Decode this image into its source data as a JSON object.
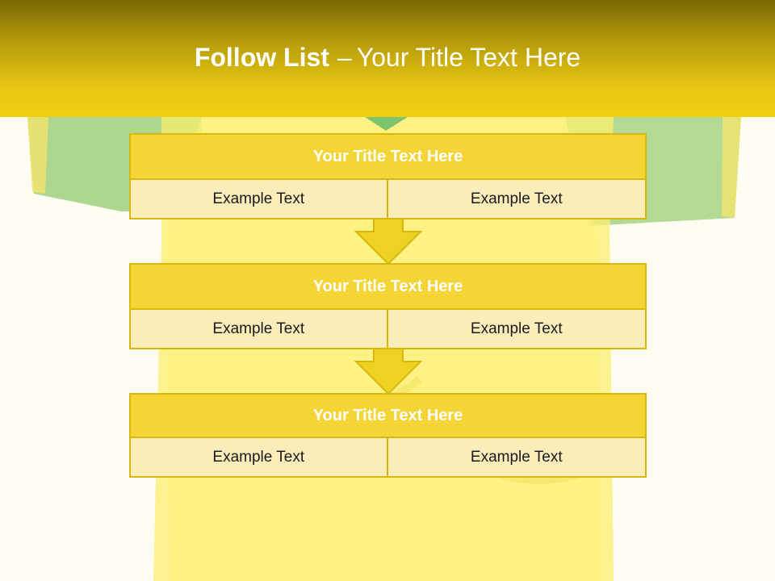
{
  "header": {
    "title_bold": "Follow List",
    "separator": "–",
    "title_rest": "Your Title Text Here"
  },
  "steps": [
    {
      "title": "Your Title Text Here",
      "left": "Example Text",
      "right": "Example Text"
    },
    {
      "title": "Your Title Text Here",
      "left": "Example Text",
      "right": "Example Text"
    },
    {
      "title": "Your Title Text Here",
      "left": "Example Text",
      "right": "Example Text"
    }
  ],
  "colors": {
    "header_dark": "#7a6706",
    "header_light": "#f0ce12",
    "title_bar": "#f5d535",
    "cell": "#faedb9",
    "border": "#d8b80a",
    "arrow": "#f0d020"
  },
  "icons": [
    "down-arrow-icon",
    "down-arrow-icon"
  ]
}
